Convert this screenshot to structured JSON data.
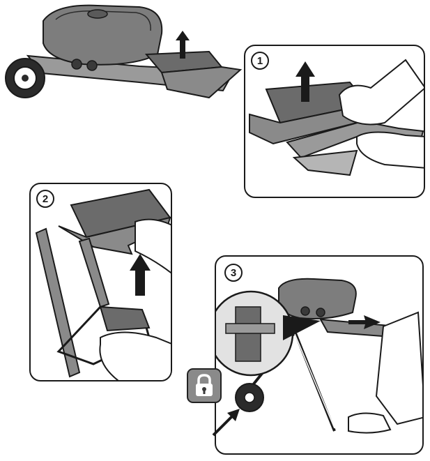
{
  "steps": [
    {
      "number": "1"
    },
    {
      "number": "2"
    },
    {
      "number": "3"
    }
  ],
  "icons": {
    "lock": "lock-icon",
    "up_arrow": "arrow-up-icon",
    "right_arrow": "arrow-right-icon",
    "diagonal_arrow": "arrow-diagonal-icon"
  },
  "colors": {
    "outline": "#1a1a1a",
    "grill_body": "#7d7d7d",
    "shelf": "#6b6b6b",
    "lock_bg": "#8a8a8a"
  }
}
